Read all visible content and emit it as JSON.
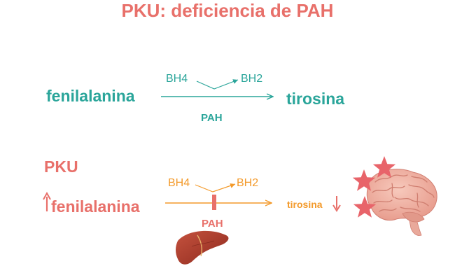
{
  "title": "PKU: deficiencia de PAH",
  "normal": {
    "substrate": "fenilalanina",
    "cofactor_in": "BH4",
    "cofactor_out": "BH2",
    "enzyme": "PAH",
    "product": "tirosina"
  },
  "pku": {
    "heading": "PKU",
    "substrate": "fenilalanina",
    "substrate_trend": "up",
    "cofactor_in": "BH4",
    "cofactor_out": "BH2",
    "enzyme": "PAH",
    "product": "tirosina",
    "product_trend": "down",
    "images": [
      "liver",
      "brain-with-stars"
    ]
  },
  "colors": {
    "normal": "#2aa59a",
    "pku": "#e8706a",
    "pku_pathway": "#f39a2b"
  }
}
